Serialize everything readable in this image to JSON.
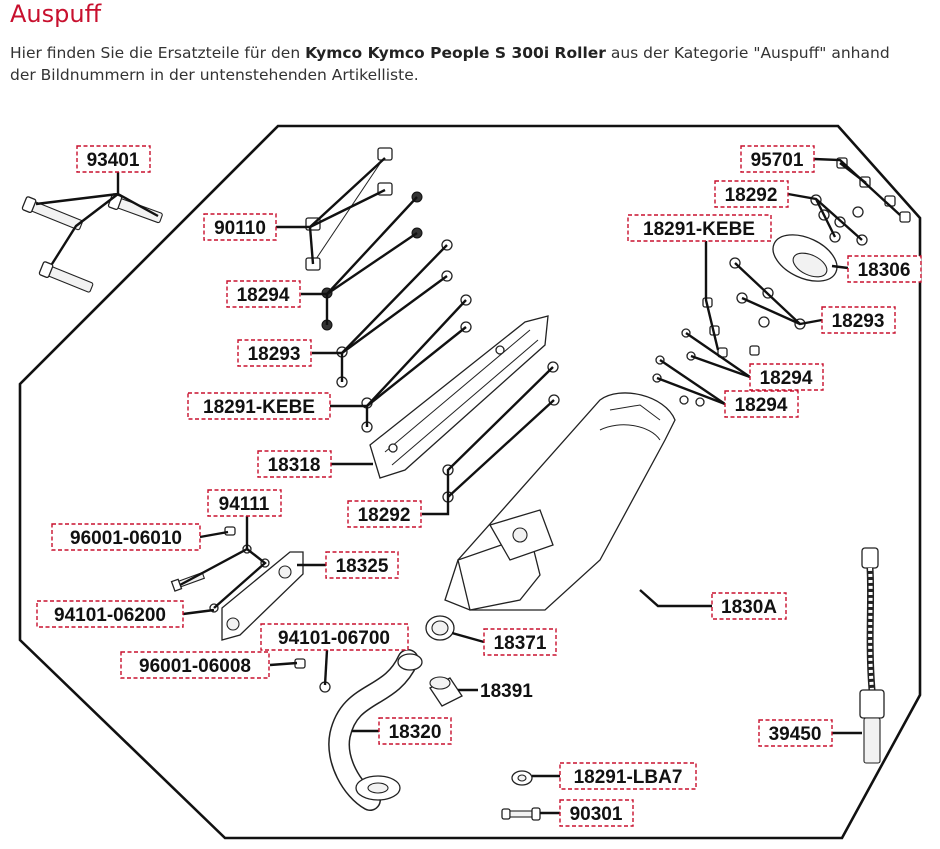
{
  "page": {
    "title": "Auspuff",
    "intro_prefix": "Hier finden Sie die Ersatzteile für den ",
    "intro_bold": "Kymco Kymco People S 300i Roller",
    "intro_suffix": " aus der Kategorie \"Auspuff\" anhand der Bildnummern in der untenstehenden Artikelliste."
  },
  "colors": {
    "accent": "#c8102e",
    "text": "#333333",
    "line": "#111111"
  },
  "diagram": {
    "labels": [
      {
        "id": "93401",
        "text": "93401"
      },
      {
        "id": "90110",
        "text": "90110"
      },
      {
        "id": "18294-left",
        "text": "18294"
      },
      {
        "id": "18293-left",
        "text": "18293"
      },
      {
        "id": "18291-kebe-left",
        "text": "18291-KEBE"
      },
      {
        "id": "18318",
        "text": "18318"
      },
      {
        "id": "18292-left",
        "text": "18292"
      },
      {
        "id": "94111",
        "text": "94111"
      },
      {
        "id": "96001-06010",
        "text": "96001-06010"
      },
      {
        "id": "18325",
        "text": "18325"
      },
      {
        "id": "94101-06200",
        "text": "94101-06200"
      },
      {
        "id": "94101-06700",
        "text": "94101-06700"
      },
      {
        "id": "96001-06008",
        "text": "96001-06008"
      },
      {
        "id": "18371",
        "text": "18371"
      },
      {
        "id": "18391",
        "text": "18391"
      },
      {
        "id": "18320",
        "text": "18320"
      },
      {
        "id": "1830a",
        "text": "1830A"
      },
      {
        "id": "95701",
        "text": "95701"
      },
      {
        "id": "18292-right",
        "text": "18292"
      },
      {
        "id": "18291-kebe-right",
        "text": "18291-KEBE"
      },
      {
        "id": "18306",
        "text": "18306"
      },
      {
        "id": "18293-right",
        "text": "18293"
      },
      {
        "id": "18294-right-1",
        "text": "18294"
      },
      {
        "id": "18294-right-2",
        "text": "18294"
      },
      {
        "id": "39450",
        "text": "39450"
      },
      {
        "id": "18291-lba7",
        "text": "18291-LBA7"
      },
      {
        "id": "90301",
        "text": "90301"
      }
    ]
  }
}
